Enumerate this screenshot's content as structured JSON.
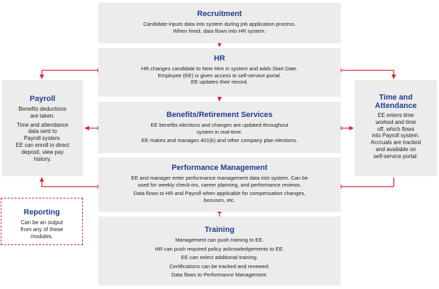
{
  "recruitment": {
    "title": "Recruitment",
    "lines": [
      "Candidate inputs data into system during job application process.",
      "When hired, data flows into HR system."
    ]
  },
  "hr": {
    "title": "HR",
    "lines": [
      "HR changes candidate to New Hire in system and adds Start Date.",
      "Employee (EE) is given access to self-service portal.",
      "EE updates their record."
    ]
  },
  "benefits": {
    "title": "Benefits/Retirement Services",
    "lines": [
      "EE benefits elections and changes are updated throughout",
      "system in real-time.",
      "EE makes and manages 401(k) and other company plan elections."
    ]
  },
  "performance": {
    "title": "Performance Management",
    "lines": [
      "EE and manager enter performance management data into system. Can be",
      "used for weekly check-ins, career planning, and performance reviews.",
      "Data flows to HR and Payroll when applicable for compensation changes,",
      "bonuses, etc."
    ]
  },
  "training": {
    "title": "Training",
    "lines": [
      "Management can push training to EE.",
      "HR can push required policy acknowledgements to EE.",
      "EE can select additional training.",
      "Certifications can be tracked and renewed.",
      "Data flows to Performance Management."
    ]
  },
  "payroll": {
    "title": "Payroll",
    "lines": [
      "Benefits deductions",
      "are taken.",
      "Time and attendance",
      "data sent to",
      "Payroll system.",
      "EE can enroll in direct",
      "deposit, view pay",
      "history."
    ]
  },
  "time_attendance": {
    "title_lines": [
      "Time and",
      "Attendance"
    ],
    "lines": [
      "EE enters time",
      "worked and time",
      "off, which flows",
      "into Payroll system.",
      "Accruals are tracked",
      "and available on",
      "self-service portal."
    ]
  },
  "reporting": {
    "title": "Reporting",
    "lines": [
      "Can be an output",
      "from any of these",
      "modules."
    ]
  },
  "colors": {
    "title": "#1f3e8f",
    "arrow": "#d7262f",
    "box": "#ececec",
    "reporting_border": "#cc2a36"
  }
}
